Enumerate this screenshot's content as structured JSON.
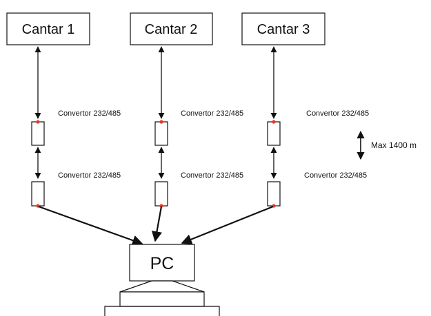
{
  "nodes": {
    "cantar1": "Cantar 1",
    "cantar2": "Cantar 2",
    "cantar3": "Cantar 3",
    "pc": "PC"
  },
  "converter_label": "Convertor 232/485",
  "distance_label": "Max 1400 m",
  "colors": {
    "line": "#111111",
    "connector_dot": "#e03a2a",
    "background": "#ffffff"
  }
}
